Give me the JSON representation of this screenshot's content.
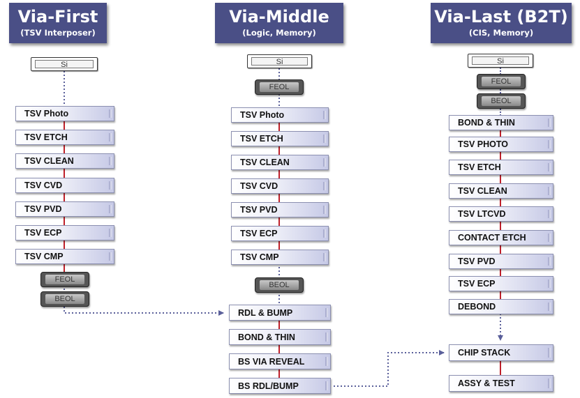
{
  "columns": [
    {
      "title": "Via-First",
      "subtitle": "(TSV Interposer)",
      "si": "Si",
      "steps": [
        "TSV Photo",
        "TSV ETCH",
        "TSV CLEAN",
        "TSV CVD",
        "TSV PVD",
        "TSV ECP",
        "TSV CMP"
      ],
      "after": [
        "FEOL",
        "BEOL"
      ]
    },
    {
      "title": "Via-Middle",
      "subtitle": "(Logic, Memory)",
      "si": "Si",
      "before": [
        "FEOL"
      ],
      "steps": [
        "TSV Photo",
        "TSV ETCH",
        "TSV CLEAN",
        "TSV CVD",
        "TSV PVD",
        "TSV ECP",
        "TSV CMP"
      ],
      "after": [
        "BEOL"
      ],
      "tail": [
        "RDL & BUMP",
        "BOND & THIN",
        "BS VIA REVEAL",
        "BS RDL/BUMP"
      ]
    },
    {
      "title": "Via-Last (B2T)",
      "subtitle": "(CIS, Memory)",
      "si": "Si",
      "before": [
        "FEOL",
        "BEOL"
      ],
      "steps": [
        "BOND & THIN",
        "TSV PHOTO",
        "TSV ETCH",
        "TSV CLEAN",
        "TSV LTCVD",
        "CONTACT ETCH",
        "TSV PVD",
        "TSV ECP",
        "DEBOND"
      ],
      "tail": [
        "CHIP STACK",
        "ASSY & TEST"
      ]
    }
  ],
  "colors": {
    "header": "#4a4f86",
    "red_link": "#c0202a",
    "dotted_link": "#5a5f9a"
  }
}
